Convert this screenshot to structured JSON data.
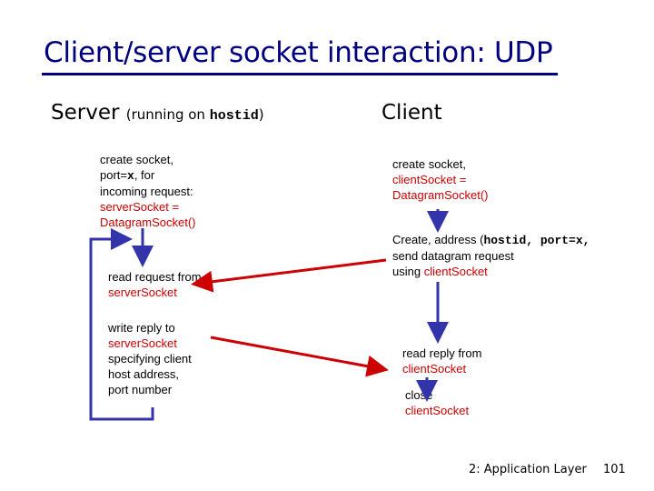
{
  "slide": {
    "title": "Client/server socket interaction: UDP",
    "colors": {
      "title": "#000080",
      "accent_red": "#cc0000",
      "arrow_blue": "#3333aa",
      "arrow_red": "#cc0000"
    }
  },
  "server": {
    "heading": "Server",
    "heading_note_prefix": "(running on ",
    "heading_note_code": "hostid",
    "heading_note_suffix": ")",
    "create_line1": "create socket,",
    "create_line2_prefix": "port=",
    "create_line2_code": "x",
    "create_line2_suffix": ", for",
    "create_line3": "incoming request:",
    "create_line4": "serverSocket =",
    "create_line5": "DatagramSocket()",
    "read_line1": "read request from",
    "read_line2": "serverSocket",
    "write_line1": "write reply to",
    "write_line2": "serverSocket",
    "write_line3": "specifying client",
    "write_line4": "host address,",
    "write_line5": "port number"
  },
  "client": {
    "heading": "Client",
    "create_line1": "create socket,",
    "create_line2": "clientSocket =",
    "create_line3": "DatagramSocket()",
    "send_line1_prefix": "Create, address (",
    "send_line1_code": "hostid, port=x,",
    "send_line2": "send datagram request",
    "send_line3_prefix": "using ",
    "send_line3_red": "clientSocket",
    "read_line1": "read reply from",
    "read_line2": "clientSocket",
    "close_line1": "close",
    "close_line2": "clientSocket"
  },
  "footer": {
    "section": "2: Application Layer",
    "page": "101"
  }
}
